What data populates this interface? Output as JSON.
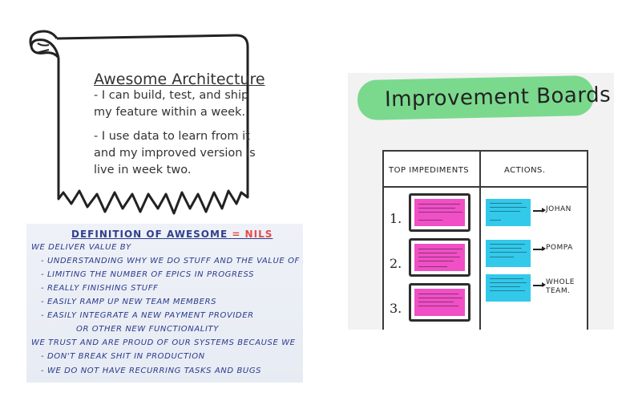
{
  "architecture_card": {
    "title": "Awesome Architecture",
    "points": [
      "- I can build, test, and ship my feature within a week.",
      "- I use data to learn from it and my improved version is live in week two."
    ]
  },
  "whiteboard": {
    "title": "DEFINITION OF AWESOME",
    "title_tag": "= NILS",
    "lines": [
      "WE DELIVER VALUE BY",
      "- UNDERSTANDING WHY WE DO STUFF AND THE VALUE OF IT",
      "- LIMITING THE NUMBER OF EPICS IN PROGRESS",
      "- REALLY FINISHING STUFF",
      "- EASILY RAMP UP NEW TEAM MEMBERS",
      "- EASILY INTEGRATE A NEW PAYMENT PROVIDER",
      "OR OTHER NEW FUNCTIONALITY",
      "WE TRUST AND ARE PROUD OF OUR SYSTEMS BECAUSE WE",
      "- DON'T BREAK SHIT IN PRODUCTION",
      "- WE DO NOT HAVE RECURRING TASKS AND BUGS"
    ]
  },
  "improvement_board": {
    "banner": "Improvement Boards",
    "columns": [
      "TOP IMPEDIMENTS",
      "ACTIONS."
    ],
    "rows": [
      {
        "number": "1.",
        "owner": "JOHAN"
      },
      {
        "number": "2.",
        "owner": "POMPA"
      },
      {
        "number": "3.",
        "owner": "WHOLE TEAM."
      }
    ]
  },
  "colors": {
    "banner": "#7bd98d",
    "impediment_note": "#f04fc5",
    "action_note": "#32c9ea",
    "whiteboard_ink": "#2a3a8c",
    "whiteboard_accent": "#e34b4b"
  }
}
